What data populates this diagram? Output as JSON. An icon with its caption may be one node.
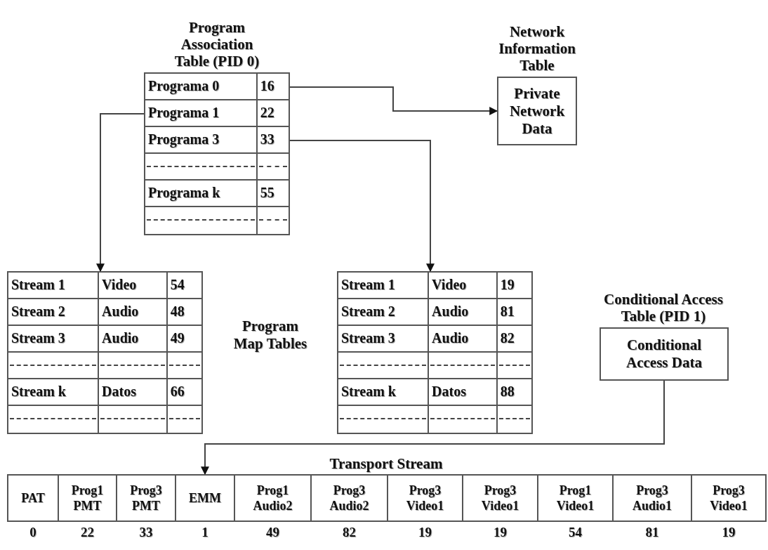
{
  "diagram": {
    "nodes": [
      {
        "text": [
          "Program Association Table (PID 0)"
        ]
      },
      {
        "text": [
          "Programa 0",
          "16"
        ],
        "in": 0
      },
      {
        "text": [
          "Programa 1",
          "22"
        ],
        "in": 0
      },
      {
        "text": [
          "Programa 3",
          "33"
        ],
        "in": 0
      },
      {
        "text": [],
        "shape": "box",
        "in": 0
      },
      {
        "text": [
          "Programa k",
          "55"
        ],
        "in": 0
      },
      {
        "text": [],
        "shape": "box",
        "in": 0
      },
      {
        "text": [
          "Network Information Table",
          "Private Network Data"
        ]
      },
      {
        "text": [],
        "shape": "box"
      },
      {
        "text": [
          "Stream 1",
          "Video",
          "54"
        ],
        "in": 8
      },
      {
        "text": [
          "Stream 2",
          "Audio",
          "48"
        ],
        "in": 8
      },
      {
        "text": [
          "Stream 3",
          "Audio",
          "49"
        ],
        "in": 8
      },
      {
        "text": [],
        "shape": "box",
        "in": 8
      },
      {
        "text": [
          "Stream k",
          "Datos",
          "66"
        ],
        "in": 8
      },
      {
        "text": [],
        "shape": "box",
        "in": 8
      },
      {
        "text": [],
        "shape": "box"
      },
      {
        "text": [
          "Stream 1",
          "Video",
          "19"
        ],
        "in": 15
      },
      {
        "text": [
          "Stream 2",
          "Audio",
          "81"
        ],
        "in": 15
      },
      {
        "text": [
          "Stream 3",
          "Audio",
          "82"
        ],
        "in": 15
      },
      {
        "text": [],
        "shape": "box",
        "in": 15
      },
      {
        "text": [
          "Stream k",
          "Datos",
          "88"
        ],
        "in": 15
      },
      {
        "text": [],
        "shape": "box",
        "in": 15
      },
      {
        "text": [
          "Conditional Access Table (PID 1)",
          "Conditional Access Data"
        ]
      },
      {
        "text": [
          "Transport Stream"
        ]
      },
      {
        "text": [
          "PAT"
        ],
        "beside": [
          "0"
        ],
        "in": 23
      },
      {
        "text": [
          "Prog1 PMT"
        ],
        "beside": [
          "22"
        ],
        "in": 23
      },
      {
        "text": [
          "Prog3 PMT"
        ],
        "beside": [
          "33"
        ],
        "in": 23
      },
      {
        "text": [
          "EMM"
        ],
        "beside": [
          "1"
        ],
        "in": 23
      },
      {
        "text": [
          "Prog1 Audio2"
        ],
        "beside": [
          "49"
        ],
        "in": 23
      },
      {
        "text": [
          "Prog3 Audio2"
        ],
        "beside": [
          "82"
        ],
        "in": 23
      },
      {
        "text": [
          "Prog3 Video1"
        ],
        "beside": [
          "19"
        ],
        "in": 23
      },
      {
        "text": [
          "Prog3 Video1"
        ],
        "beside": [
          "19"
        ],
        "in": 23
      },
      {
        "text": [
          "Prog1 Video1"
        ],
        "beside": [
          "54"
        ],
        "in": 23
      },
      {
        "text": [
          "Prog3 Audio1"
        ],
        "beside": [
          "81"
        ],
        "in": 23
      },
      {
        "text": [
          "Prog3 Video1"
        ],
        "beside": [
          "19"
        ],
        "in": 23
      }
    ],
    "edges": [
      {
        "from": 1,
        "to": 7,
        "arrow": "to"
      },
      {
        "from": 2,
        "to": 8,
        "arrow": "to"
      },
      {
        "from": 3,
        "to": 15,
        "arrow": "to"
      },
      {
        "from": 22,
        "to": 27,
        "arrow": "to"
      }
    ],
    "labels": [
      "Program Map Tables"
    ]
  }
}
